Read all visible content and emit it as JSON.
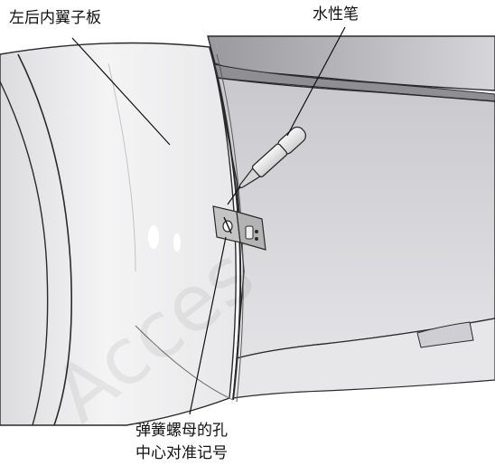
{
  "labels": {
    "fender_liner": "左后内翼子板",
    "marker_pen": "水性笔",
    "spring_nut_hole_line1": "弹簧螺母的孔",
    "spring_nut_hole_line2": "中心对准记号"
  },
  "watermark": "Acces",
  "colors": {
    "outline": "#2a2a2a",
    "panel_light": "#f1f1f2",
    "panel_body": "#d9d9dc",
    "bracket": "#bdbdbd",
    "pen": "#e9e9e9"
  }
}
